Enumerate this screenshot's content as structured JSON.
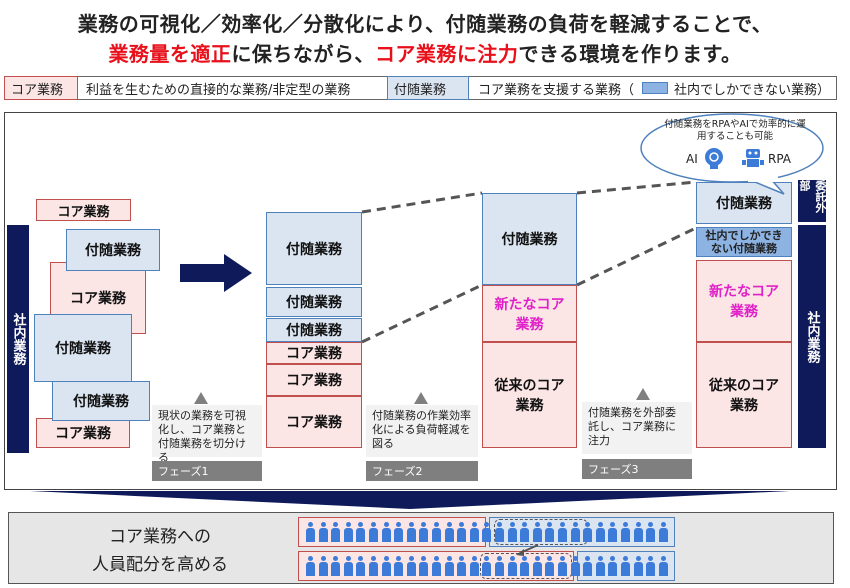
{
  "header": {
    "line1": "業務の可視化／効率化／分散化により、付随業務の負荷を軽減することで、",
    "line2_highlight1": "業務量を適正",
    "line2_text1": "に保ちながら、",
    "line2_highlight2": "コア業務に注力",
    "line2_text2": "できる環境を作ります。"
  },
  "legend": {
    "core_label": "コア業務",
    "core_desc": "利益を生むための直接的な業務/非定型の業務",
    "sub_label": "付随業務",
    "sub_desc": "コア業務を支援する業務（",
    "inhouse_desc": "社内でしかできない業務）"
  },
  "labels": {
    "core": "コア業務",
    "sub": "付随業務",
    "new_core": "新たなコア業務",
    "old_core": "従来のコア業務",
    "inhouse_only": "社内でしかできない付随業務",
    "inhouse": "社内業務",
    "outsourced": "委託外部"
  },
  "bubble": {
    "text": "付随業務をRPAやAIで効率的に運用することも可能",
    "ai": "AI",
    "rpa": "RPA"
  },
  "phases": [
    {
      "note": "現状の業務を可視化し、コア業務と付随業務を切分ける",
      "label": "フェーズ1"
    },
    {
      "note": "付随業務の作業効率化による負荷軽減を図る",
      "label": "フェーズ2"
    },
    {
      "note": "付随業務を外部委託し、コア業務に注力",
      "label": "フェーズ3"
    }
  ],
  "bottom": {
    "line1": "コア業務への",
    "line2": "人員配分を高める"
  },
  "colors": {
    "core_fill": "#fbe5e5",
    "core_border": "#c0504d",
    "sub_fill": "#dbe5f1",
    "sub_border": "#4f81bd",
    "inhouse_fill": "#8db3e2",
    "dark_navy": "#0f1a5a",
    "highlight_red": "#e8111b",
    "magenta": "#e020c8",
    "person_blue": "#3d7bd9"
  }
}
